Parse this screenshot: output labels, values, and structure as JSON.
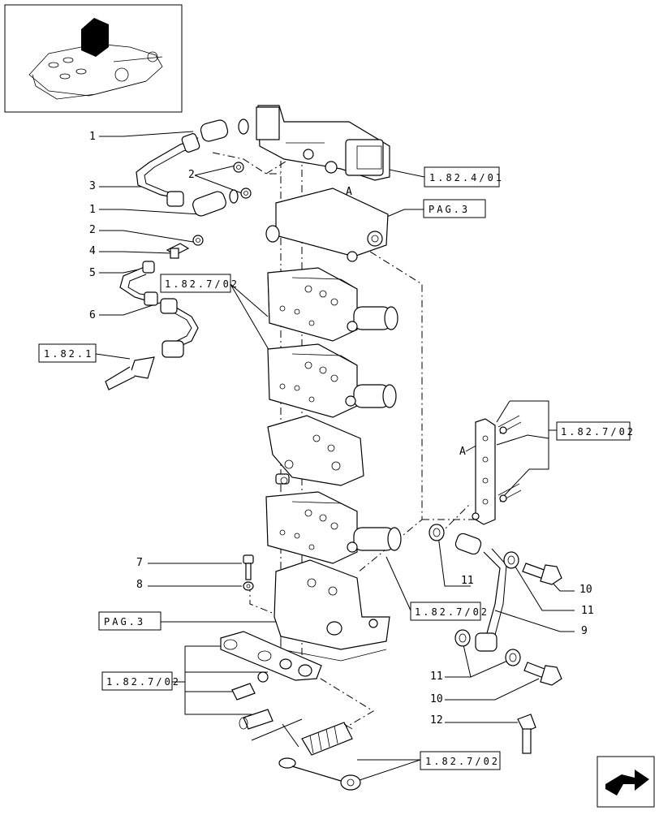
{
  "references": {
    "r1824": "1.82.4/01",
    "pag3a": "PAG.3",
    "r1827a": "1.82.7/02",
    "r1821": "1.82.1",
    "r1827b": "1.82.7/02",
    "r1827c": "1.82.7/02",
    "pag3b": "PAG.3",
    "r1827d": "1.82.7/02",
    "r1827e": "1.82.7/02"
  },
  "callouts": {
    "c1a": "1",
    "c2a": "2",
    "c3": "3",
    "c1b": "1",
    "c2b": "2",
    "c4": "4",
    "c5": "5",
    "c6": "6",
    "c7": "7",
    "c8": "8",
    "c11a": "11",
    "c10a": "10",
    "c11b": "11",
    "c9": "9",
    "c11c": "11",
    "c10b": "10",
    "c12": "12"
  },
  "markers": {
    "a1": "A",
    "a2": "A"
  }
}
